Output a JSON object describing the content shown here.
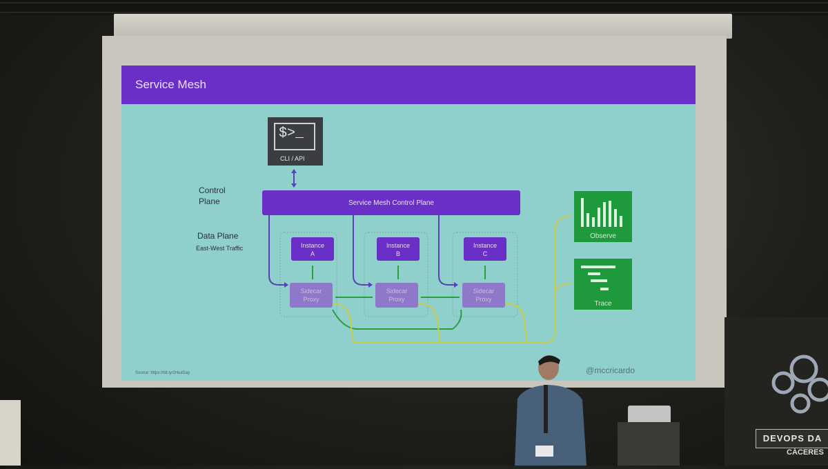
{
  "slide": {
    "title": "Service Mesh",
    "cli_label": "CLI / API",
    "terminal_prompt": "$>_",
    "control_plane_label_1": "Control",
    "control_plane_label_2": "Plane",
    "control_plane_bar": "Service Mesh Control Plane",
    "data_plane_label": "Data Plane",
    "east_west_label": "East-West Traffic",
    "instances": [
      {
        "line1": "Instance",
        "line2": "A",
        "proxy1": "Sidecar",
        "proxy2": "Proxy"
      },
      {
        "line1": "Instance",
        "line2": "B",
        "proxy1": "Sidecar",
        "proxy2": "Proxy"
      },
      {
        "line1": "Instance",
        "line2": "C",
        "proxy1": "Sidecar",
        "proxy2": "Proxy"
      }
    ],
    "observe_label": "Observe",
    "trace_label": "Trace",
    "source_text": "Source: https://bit.ly/2HuxDay",
    "handle": "@mccricardo"
  },
  "banner": {
    "logo_text": "DEVOPS DA",
    "city": "CÁCERES"
  },
  "colors": {
    "slide_bg": "#8fd0cc",
    "header_purple": "#6a2fc6",
    "box_purple": "#6a2fc6",
    "green": "#27a03a",
    "dark_box": "#3b3d43"
  }
}
